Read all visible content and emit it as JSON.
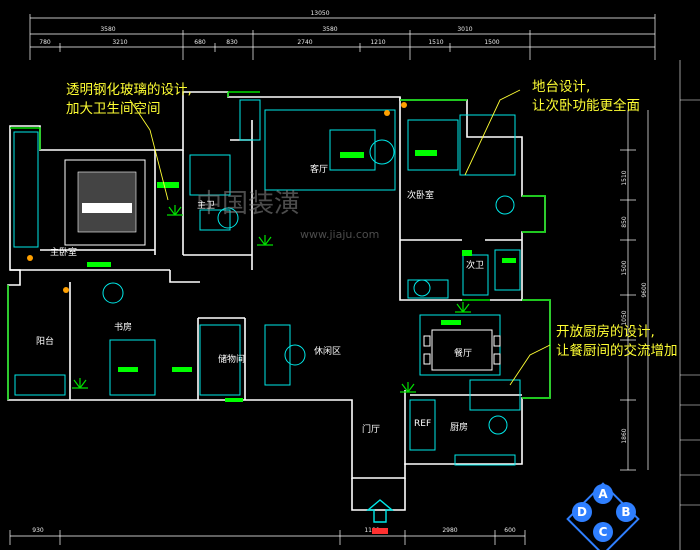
{
  "notes": {
    "bathroom_glass_line1": "透明钢化玻璃的设计,",
    "bathroom_glass_line2": "加大卫生间空间",
    "counter_line1": "地台设计,",
    "counter_line2": "让次卧功能更全面",
    "kitchen_line1": "开放厨房的设计,",
    "kitchen_line2": "让餐厨间的交流增加"
  },
  "rooms": {
    "master_bedroom": "主卧室",
    "master_bath": "主卫",
    "living_room": "客厅",
    "second_bedroom": "次卧室",
    "second_bath": "次卫",
    "balcony": "阳台",
    "study": "书房",
    "storage": "储物间",
    "lounge": "休闲区",
    "dining": "餐厅",
    "entrance": "门厅",
    "kitchen": "厨房",
    "fridge": "REF"
  },
  "dimensions": {
    "overall": "13050",
    "top_a": "3580",
    "top_b": "3580",
    "top_c": "3010",
    "row2": [
      "780",
      "3210",
      "680",
      "830",
      "2740",
      "1210",
      "1510",
      "1500"
    ],
    "bottom": [
      "930",
      "1190",
      "2980",
      "600"
    ],
    "right": [
      "1510",
      "850",
      "1500",
      "1050",
      "1860",
      "9600"
    ]
  },
  "compass": {
    "n": "A",
    "e": "B",
    "s": "C",
    "w": "D"
  },
  "watermark": {
    "main": "中国装潢",
    "url": "www.jiaju.com"
  },
  "colors": {
    "walls": "#ffffff",
    "partition": "#00e000",
    "cyan": "#00e8e8",
    "annotation": "#ffff33",
    "label_bars": "#00ff00",
    "compass": "#2f7fff"
  }
}
